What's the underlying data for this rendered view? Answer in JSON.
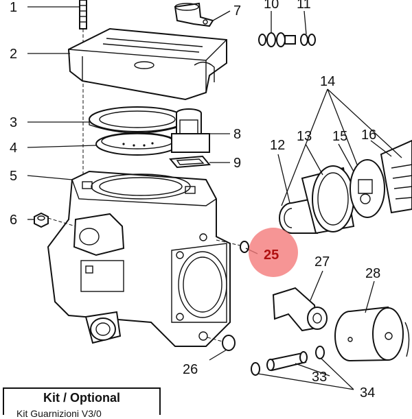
{
  "callouts": [
    {
      "id": "1",
      "label": "1"
    },
    {
      "id": "2",
      "label": "2"
    },
    {
      "id": "3",
      "label": "3"
    },
    {
      "id": "4",
      "label": "4"
    },
    {
      "id": "5",
      "label": "5"
    },
    {
      "id": "6",
      "label": "6"
    },
    {
      "id": "7",
      "label": "7"
    },
    {
      "id": "8",
      "label": "8"
    },
    {
      "id": "9",
      "label": "9"
    },
    {
      "id": "10",
      "label": "10"
    },
    {
      "id": "11",
      "label": "11"
    },
    {
      "id": "12",
      "label": "12"
    },
    {
      "id": "13",
      "label": "13"
    },
    {
      "id": "14",
      "label": "14"
    },
    {
      "id": "15",
      "label": "15"
    },
    {
      "id": "16",
      "label": "16"
    },
    {
      "id": "25",
      "label": "25",
      "highlighted": true
    },
    {
      "id": "26",
      "label": "26"
    },
    {
      "id": "27",
      "label": "27"
    },
    {
      "id": "28",
      "label": "28"
    },
    {
      "id": "33",
      "label": "33"
    },
    {
      "id": "34",
      "label": "34"
    }
  ],
  "highlight_color": "#f47a7a",
  "kit": {
    "title": "Kit / Optional",
    "subtitle": "Kit Guarnizioni V3/0"
  }
}
